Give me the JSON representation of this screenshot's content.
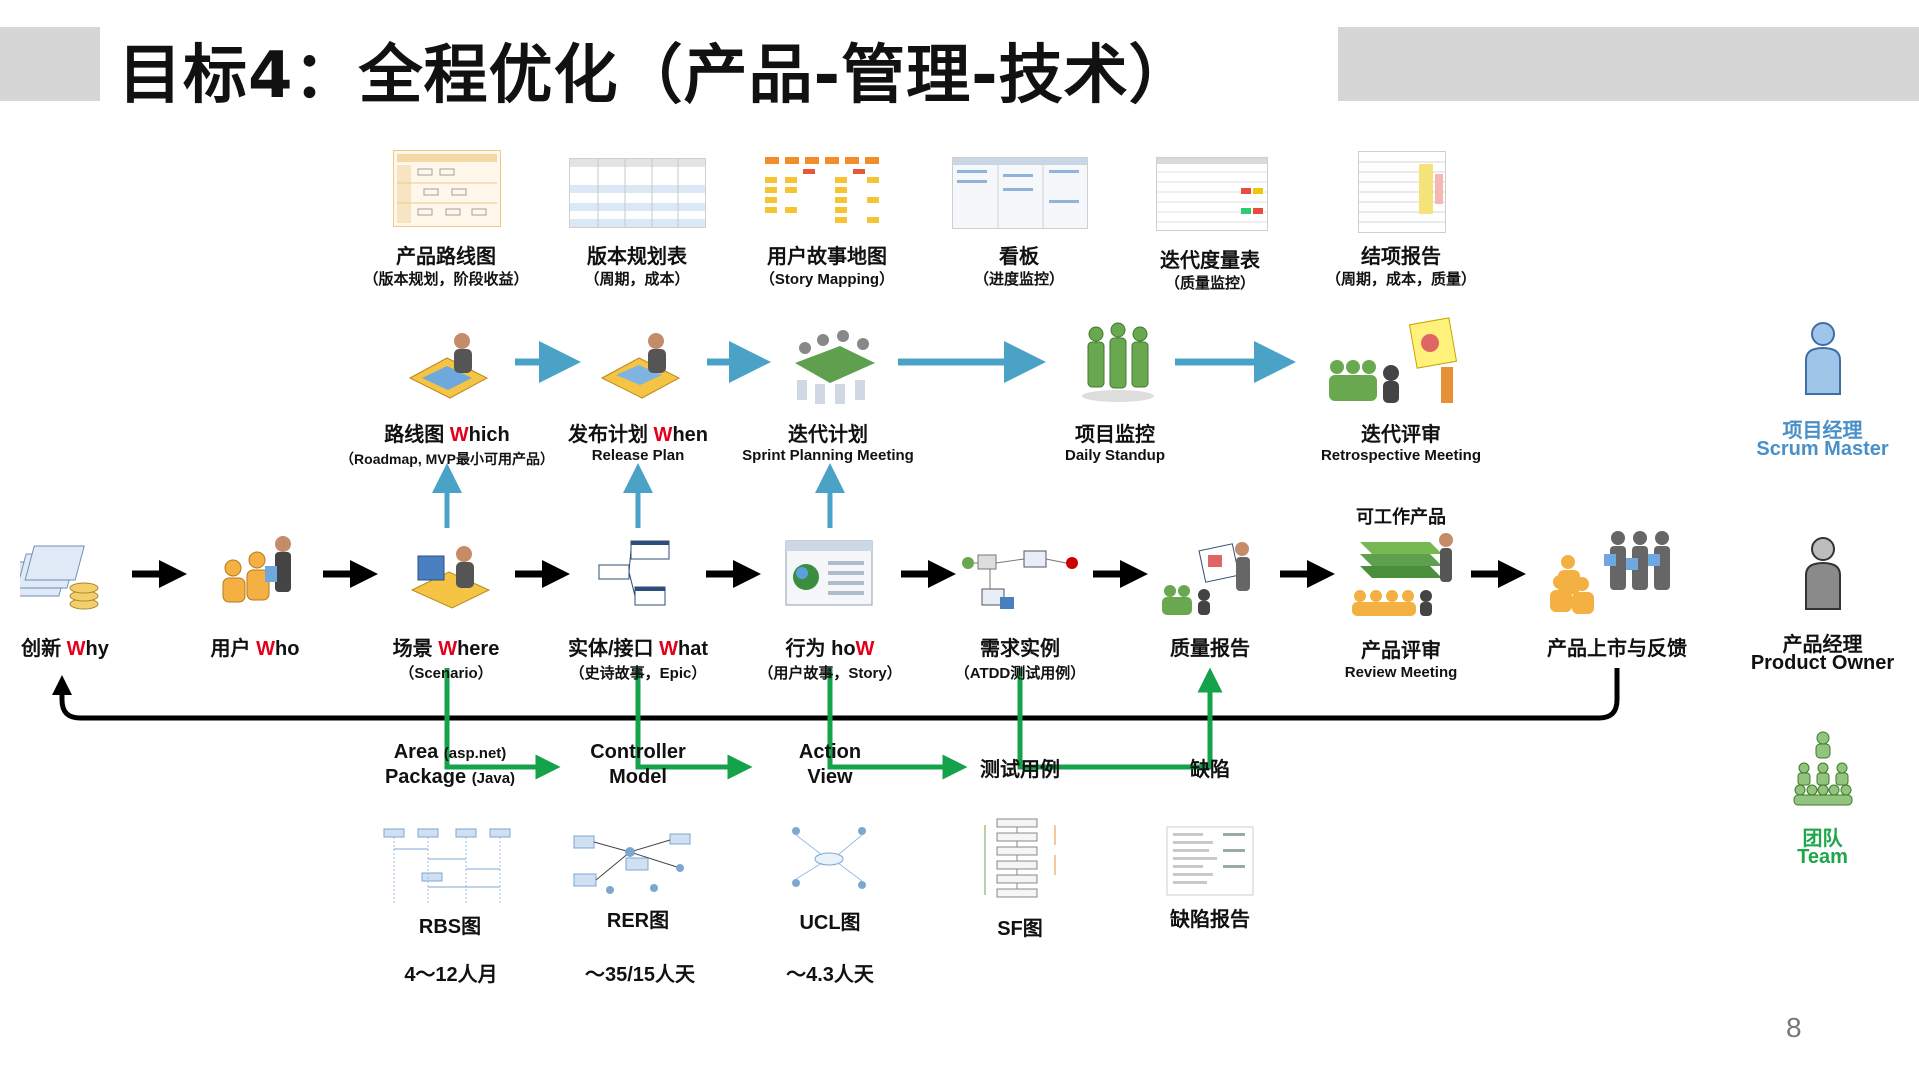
{
  "title": "目标4：全程优化（产品-管理-技术）",
  "page_number": "8",
  "artifacts_top": [
    {
      "name": "产品路线图",
      "sub": "（版本规划，阶段收益）",
      "icon": "roadmap-doc-thumbnail"
    },
    {
      "name": "版本规划表",
      "sub": "（周期，成本）",
      "icon": "version-plan-table-thumbnail"
    },
    {
      "name": "用户故事地图",
      "sub": "（Story Mapping）",
      "icon": "story-map-thumbnail"
    },
    {
      "name": "看板",
      "sub": "（进度监控）",
      "icon": "kanban-thumbnail"
    },
    {
      "name": "迭代度量表",
      "sub": "（质量监控）",
      "icon": "metrics-table-thumbnail"
    },
    {
      "name": "结项报告",
      "sub": "（周期，成本，质量）",
      "icon": "closing-report-thumbnail"
    }
  ],
  "management_steps": [
    {
      "name_prefix": "路线图 ",
      "name_red": "W",
      "name_rest": "hich",
      "sub": "（Roadmap, MVP最小可用产品）",
      "icon": "planning-desk-icon"
    },
    {
      "name_prefix": "发布计划 ",
      "name_red": "W",
      "name_rest": "hen",
      "sub": "Release Plan",
      "icon": "release-desk-icon"
    },
    {
      "name_prefix": "迭代计划",
      "name_red": "",
      "name_rest": "",
      "sub": "Sprint Planning Meeting",
      "icon": "meeting-table-icon"
    },
    {
      "name_prefix": "项目监控",
      "name_red": "",
      "name_rest": "",
      "sub": "Daily Standup",
      "icon": "standup-team-icon"
    },
    {
      "name_prefix": "迭代评审",
      "name_red": "",
      "name_rest": "",
      "sub": "Retrospective Meeting",
      "icon": "presentation-icon"
    }
  ],
  "product_steps": [
    {
      "name_prefix": "创新 ",
      "name_red": "W",
      "name_rest": "hy",
      "sub": "",
      "icon": "documents-coins-icon"
    },
    {
      "name_prefix": "用户 ",
      "name_red": "W",
      "name_rest": "ho",
      "sub": "",
      "icon": "users-group-icon"
    },
    {
      "name_prefix": "场景 ",
      "name_red": "W",
      "name_rest": "here",
      "sub": "（Scenario）",
      "icon": "workstation-icon"
    },
    {
      "name_prefix": "实体/接口 ",
      "name_red": "W",
      "name_rest": "hat",
      "sub": "（史诗故事，Epic）",
      "icon": "entity-tree-icon"
    },
    {
      "name_prefix": "行为 ho",
      "name_red": "W",
      "name_rest": "",
      "sub": "（用户故事，Story）",
      "icon": "browser-window-icon"
    },
    {
      "name_prefix": "需求实例",
      "name_red": "",
      "name_rest": "",
      "sub": "（ATDD测试用例）",
      "icon": "flow-diagram-icon"
    },
    {
      "name_prefix": "质量报告",
      "name_red": "",
      "name_rest": "",
      "sub": "",
      "icon": "report-board-icon"
    },
    {
      "name_prefix": "产品评审",
      "name_red": "",
      "name_rest": "",
      "sub": "Review Meeting",
      "top_label": "可工作产品",
      "icon": "product-review-icon"
    },
    {
      "name_prefix": "产品上市与反馈",
      "name_red": "",
      "name_rest": "",
      "sub": "",
      "icon": "market-feedback-icon"
    }
  ],
  "tech_steps": [
    {
      "line1": "Area  (asp.net)",
      "line1_main": "Area",
      "line1_small": "(asp.net)",
      "line2_main": "Package",
      "line2_small": "(Java)"
    },
    {
      "line1_main": "Controller",
      "line1_small": "",
      "line2_main": "Model",
      "line2_small": ""
    },
    {
      "line1_main": "Action",
      "line1_small": "",
      "line2_main": "View",
      "line2_small": ""
    },
    {
      "line1_main": "测试用例",
      "line1_small": "",
      "line2_main": "",
      "line2_small": ""
    },
    {
      "line1_main": "缺陷",
      "line1_small": "",
      "line2_main": "",
      "line2_small": ""
    }
  ],
  "tech_artifacts": [
    {
      "name": "RBS图",
      "effort": "4～12人月",
      "icon": "rbs-diagram-thumbnail"
    },
    {
      "name": "RER图",
      "effort": "～35/15人天",
      "icon": "rer-diagram-thumbnail"
    },
    {
      "name": "UCL图",
      "effort": "～4.3人天",
      "icon": "ucl-diagram-thumbnail"
    },
    {
      "name": "SF图",
      "effort": "",
      "icon": "sf-diagram-thumbnail"
    },
    {
      "name": "缺陷报告",
      "effort": "",
      "icon": "defect-report-thumbnail"
    }
  ],
  "roles": [
    {
      "name": "项目经理",
      "en": "Scrum Master",
      "color": "#4a90c8",
      "icon": "blue-person-icon"
    },
    {
      "name": "产品经理",
      "en": "Product Owner",
      "color": "#111111",
      "icon": "gray-person-icon"
    },
    {
      "name": "团队",
      "en": "Team",
      "color": "#1ea64a",
      "icon": "green-team-icon"
    }
  ],
  "colors": {
    "accent_red": "#e3001b",
    "management_arrow": "#4aa3c7",
    "tech_arrow": "#14a24b",
    "title_band": "#d6d6d6"
  }
}
